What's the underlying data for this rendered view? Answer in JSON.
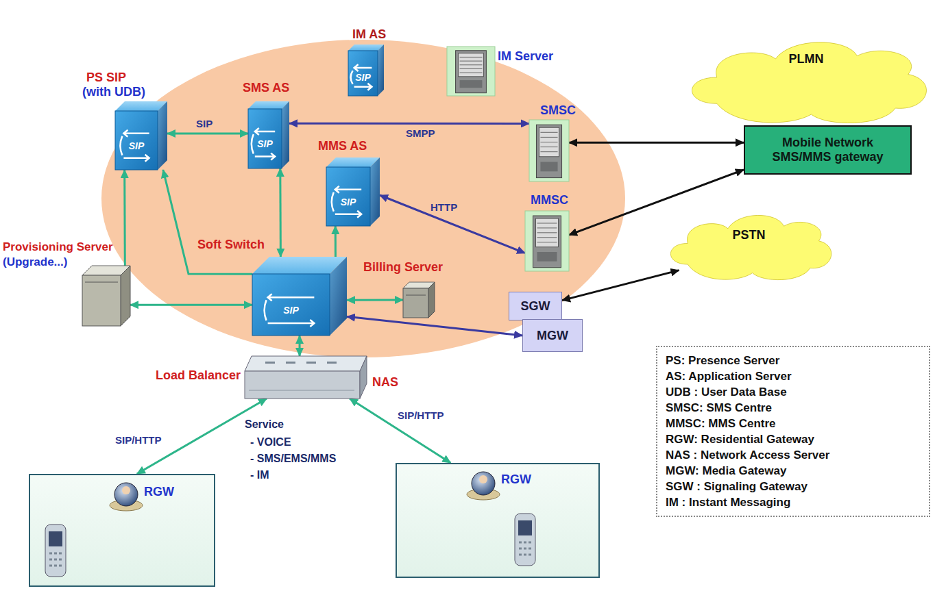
{
  "diagram": {
    "nodes": [
      {
        "text": [
          "IM AS",
          "SIP"
        ]
      },
      {
        "text": [
          "IM Server"
        ]
      },
      {
        "text": [
          "PS SIP",
          "(with UDB)",
          "SIP"
        ]
      },
      {
        "text": [
          "SMS AS",
          "SIP"
        ]
      },
      {
        "text": [
          "SMSC"
        ]
      },
      {
        "text": [
          "MMS AS",
          "SIP"
        ]
      },
      {
        "text": [
          "MMSC"
        ]
      },
      {
        "text": [
          "PLMN"
        ]
      },
      {
        "text": [
          "Mobile Network SMS/MMS gateway"
        ]
      },
      {
        "text": [
          "PSTN"
        ]
      },
      {
        "text": [
          "Provisioning Server",
          "(Upgrade...)"
        ]
      },
      {
        "text": [
          "Soft Switch",
          "SIP"
        ]
      },
      {
        "text": [
          "Billing Server"
        ]
      },
      {
        "text": [
          "SGW"
        ]
      },
      {
        "text": [
          "MGW"
        ]
      },
      {
        "text": [
          "Load Balancer",
          "NAS"
        ]
      },
      {
        "text": [
          "RGW"
        ]
      },
      {
        "text": [
          "RGW"
        ]
      },
      {
        "text": [
          "PS: Presence Server",
          "AS: Application Server",
          "UDB : User Data Base",
          "SMSC: SMS Centre",
          "MMSC: MMS Centre",
          "RGW: Residential Gateway",
          "NAS : Network Access Server",
          "MGW: Media Gateway",
          "SGW : Signaling Gateway",
          "IM : Instant Messaging"
        ]
      }
    ],
    "edges": [
      {
        "from": 2,
        "to": 3,
        "arrow": "both",
        "label": "SIP"
      },
      {
        "from": 3,
        "to": 4,
        "arrow": "both",
        "label": "SMPP"
      },
      {
        "from": 5,
        "to": 6,
        "arrow": "both",
        "label": "HTTP"
      },
      {
        "from": 4,
        "to": 8,
        "arrow": "both"
      },
      {
        "from": 6,
        "to": 8,
        "arrow": "both"
      },
      {
        "from": 13,
        "to": 9,
        "arrow": "both"
      },
      {
        "from": 10,
        "to": 2,
        "arrow": "to"
      },
      {
        "from": 11,
        "to": 2,
        "arrow": "to"
      },
      {
        "from": 10,
        "to": 11,
        "arrow": "both"
      },
      {
        "from": 11,
        "to": 3,
        "arrow": "both"
      },
      {
        "from": 11,
        "to": 5,
        "arrow": "to"
      },
      {
        "from": 11,
        "to": 12,
        "arrow": "both"
      },
      {
        "from": 11,
        "to": 14,
        "arrow": "both"
      },
      {
        "from": 15,
        "to": 11,
        "arrow": "both"
      },
      {
        "from": 15,
        "to": 16,
        "arrow": "both",
        "label": "SIP/HTTP"
      },
      {
        "from": 15,
        "to": 17,
        "arrow": "both",
        "label": "SIP/HTTP"
      }
    ],
    "labels": [
      "Service",
      "- VOICE",
      "- SMS/EMS/MMS",
      "- IM"
    ]
  }
}
